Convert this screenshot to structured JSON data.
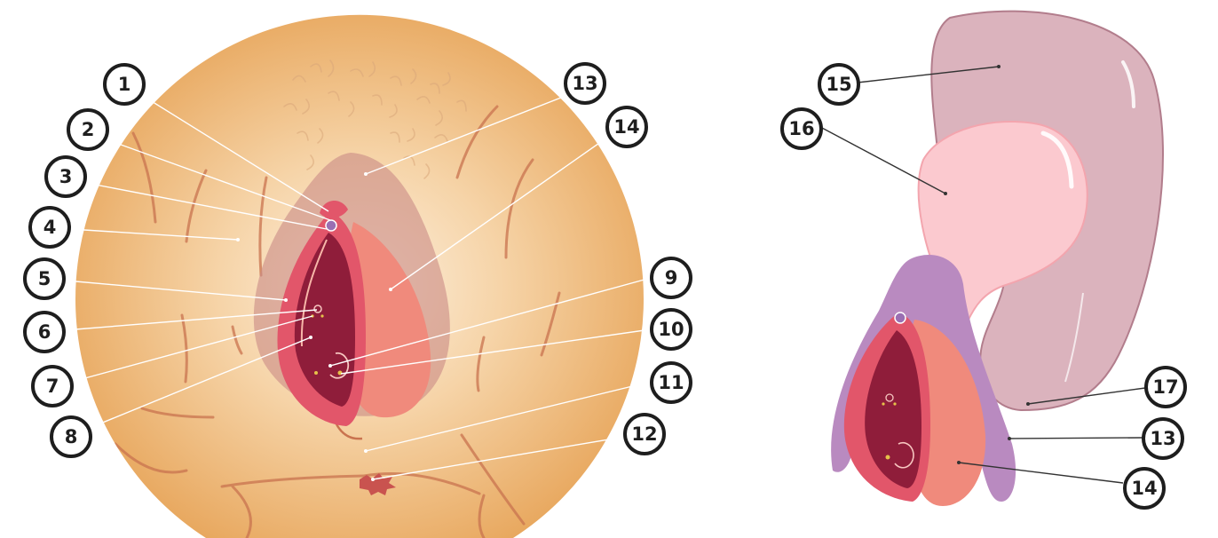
{
  "colors": {
    "skin_center": "#fbe9d3",
    "skin_edge": "#e9ad68",
    "crease": "#c9734f",
    "labia_majora": "#c98a85",
    "labia_minora_outer": "#e2566a",
    "vestibule": "#8f1d3a",
    "labia_right": "#f08a7c",
    "clitoris_glans": "#9a6fb3",
    "bulb_purple": "#b98ac0",
    "bladder_outer": "#dbb3bd",
    "bladder_inner": "#fbc9cf",
    "badge_stroke": "#1e1e1e",
    "leader_line": "#333333"
  },
  "left_figure": {
    "labels": [
      {
        "id": "1",
        "text": "1"
      },
      {
        "id": "2",
        "text": "2"
      },
      {
        "id": "3",
        "text": "3"
      },
      {
        "id": "4",
        "text": "4"
      },
      {
        "id": "5",
        "text": "5"
      },
      {
        "id": "6",
        "text": "6"
      },
      {
        "id": "7",
        "text": "7"
      },
      {
        "id": "8",
        "text": "8"
      },
      {
        "id": "9",
        "text": "9"
      },
      {
        "id": "10",
        "text": "10"
      },
      {
        "id": "11",
        "text": "11"
      },
      {
        "id": "12",
        "text": "12"
      },
      {
        "id": "13",
        "text": "13"
      },
      {
        "id": "14",
        "text": "14"
      }
    ]
  },
  "right_figure": {
    "labels": [
      {
        "id": "15",
        "text": "15"
      },
      {
        "id": "16",
        "text": "16"
      },
      {
        "id": "17",
        "text": "17"
      },
      {
        "id": "13",
        "text": "13"
      },
      {
        "id": "14",
        "text": "14"
      }
    ]
  }
}
